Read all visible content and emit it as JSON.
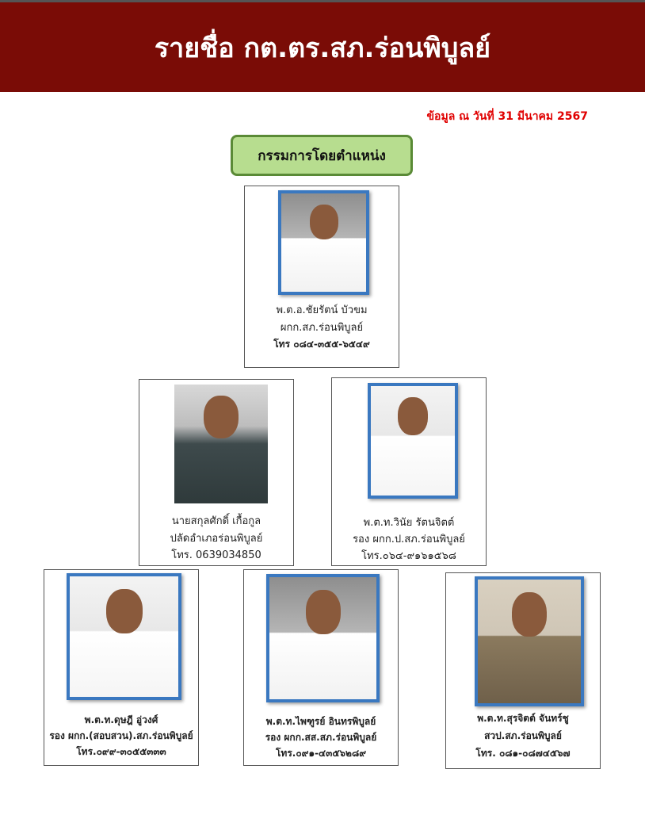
{
  "header": {
    "title": "รายชื่อ กต.ตร.สภ.ร่อนพิบูลย์"
  },
  "date_note": "ข้อมูล ณ วันที่ 31 มีนาคม 2567",
  "section_label": "กรรมการโดยตำแหน่ง",
  "members": [
    {
      "name": "พ.ต.อ.ชัยรัตน์ บัวขม",
      "position": "ผกก.สภ.ร่อนพิบูลย์",
      "phone": "โทร ๐๘๔-๓๕๕-๖๕๔๙"
    },
    {
      "name": "นายสกุลศักดิ์   เกื้อกูล",
      "position": "ปลัดอำเภอร่อนพิบูลย์",
      "phone": "โทร. 0639034850"
    },
    {
      "name": "พ.ต.ท.วินัย รัตนจิตต์",
      "position": "รอง ผกก.ป.สภ.ร่อนพิบูลย์",
      "phone": "โทร.๐๖๔-๙๑๖๑๕๖๘"
    },
    {
      "name": "พ.ต.ท.ดุษฎี อู่วงศ์",
      "position": "รอง ผกก.(สอบสวน).สภ.ร่อนพิบูลย์",
      "phone": "โทร.๐๙๙-๓๐๕๕๓๓๓"
    },
    {
      "name": "พ.ต.ท.ไพฑูรย์ อินทรพิบูลย์",
      "position": "รอง ผกก.สส.สภ.ร่อนพิบูลย์",
      "phone": "โทร.๐๙๑-๔๓๕๖๒๘๙"
    },
    {
      "name": "พ.ต.ท.สุรจิตต์ จันทร์ชู",
      "position": "สวป.สภ.ร่อนพิบูลย์",
      "phone": "โทร. ๐๘๑-๐๘๗๔๕๖๗"
    }
  ]
}
